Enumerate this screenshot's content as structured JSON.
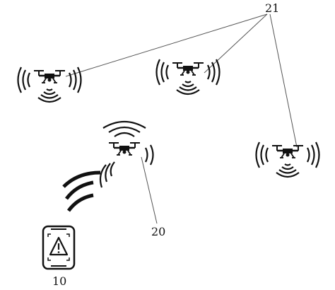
{
  "labels": {
    "drone_group": "21",
    "drone_relay": "20",
    "terminal": "10"
  },
  "colors": {
    "stroke": "#111111",
    "leader_line": "#555555",
    "background": "#ffffff"
  },
  "icons": {
    "drone": "quadcopter-drone-icon",
    "signal": "wireless-signal-waves-icon",
    "phone": "smartphone-icon",
    "warning": "warning-triangle-icon"
  }
}
